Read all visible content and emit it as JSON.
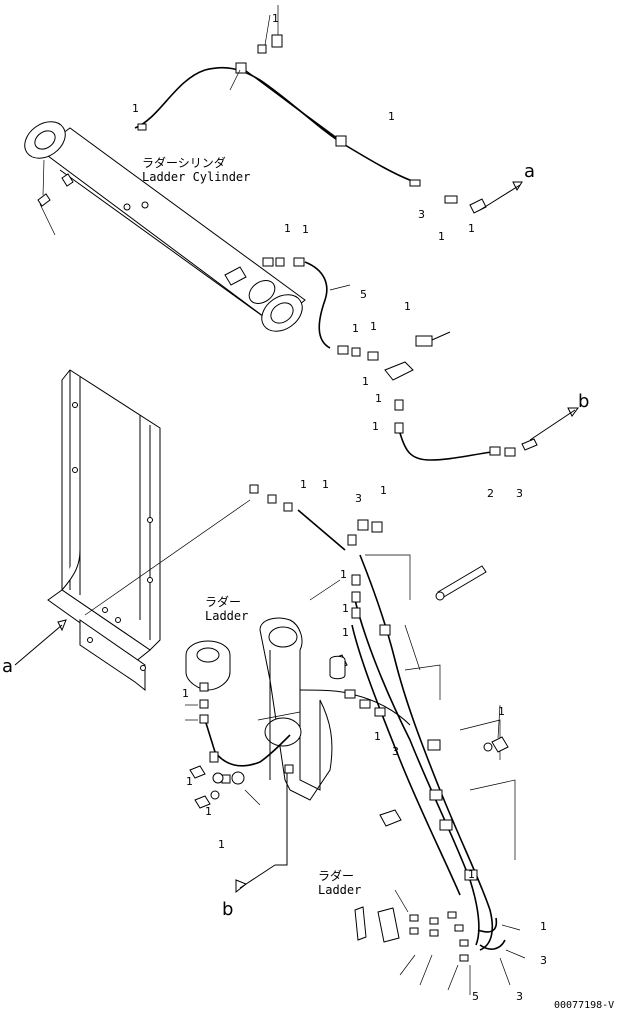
{
  "diagram": {
    "callouts": {
      "a": "a",
      "b": "b"
    },
    "labels": {
      "ladder_cylinder_jp": "ラダーシリンダ",
      "ladder_cylinder_en": "Ladder Cylinder",
      "ladder_jp_1": "ラダー",
      "ladder_en_1": "Ladder",
      "ladder_jp_2": "ラダー",
      "ladder_en_2": "Ladder"
    },
    "part_numbers": [
      "1",
      "1",
      "1",
      "3",
      "1",
      "1",
      "1",
      "1",
      "5",
      "1",
      "1",
      "1",
      "1",
      "1",
      "1",
      "2",
      "3",
      "1",
      "1",
      "3",
      "1",
      "1",
      "1",
      "1",
      "1",
      "1",
      "1",
      "3",
      "1",
      "1",
      "1",
      "1",
      "1",
      "3",
      "5",
      "3"
    ],
    "drawing_code": "00077198-V"
  }
}
